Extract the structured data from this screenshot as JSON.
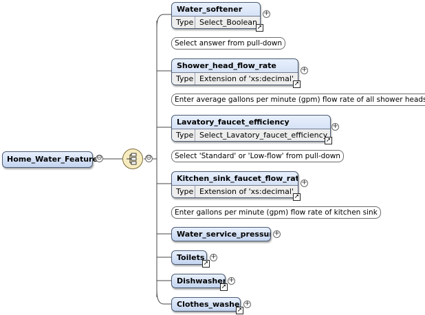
{
  "root": {
    "label": "Home_Water_Features",
    "collapse_symbol": "⊖"
  },
  "sequence": {
    "icon": "sequence-compositor-icon",
    "collapse_symbol": "⊖"
  },
  "children": [
    {
      "name": "Water_softener",
      "type_label": "Type",
      "type_value": "Select_Boolean",
      "annotation": "Select answer from pull-down",
      "expand_symbol": "+"
    },
    {
      "name": "Shower_head_flow_rate",
      "type_label": "Type",
      "type_value": "Extension of 'xs:decimal'",
      "annotation": "Enter average gallons per minute (gpm) flow rate of all shower heads.",
      "expand_symbol": "+"
    },
    {
      "name": "Lavatory_faucet_efficiency",
      "type_label": "Type",
      "type_value": "Select_Lavatory_faucet_efficiency",
      "annotation": "Select 'Standard' or 'Low-flow' from pull-down",
      "expand_symbol": "+"
    },
    {
      "name": "Kitchen_sink_faucet_flow_rate",
      "type_label": "Type",
      "type_value": "Extension of 'xs:decimal'",
      "annotation": "Enter gallons per minute (gpm) flow rate of kitchen sink",
      "expand_symbol": "+"
    },
    {
      "name": "Water_service_pressure",
      "expand_symbol": "+"
    },
    {
      "name": "Toilets",
      "expand_symbol": "+"
    },
    {
      "name": "Dishwasher",
      "expand_symbol": "+"
    },
    {
      "name": "Clothes_washer",
      "expand_symbol": "+"
    }
  ]
}
